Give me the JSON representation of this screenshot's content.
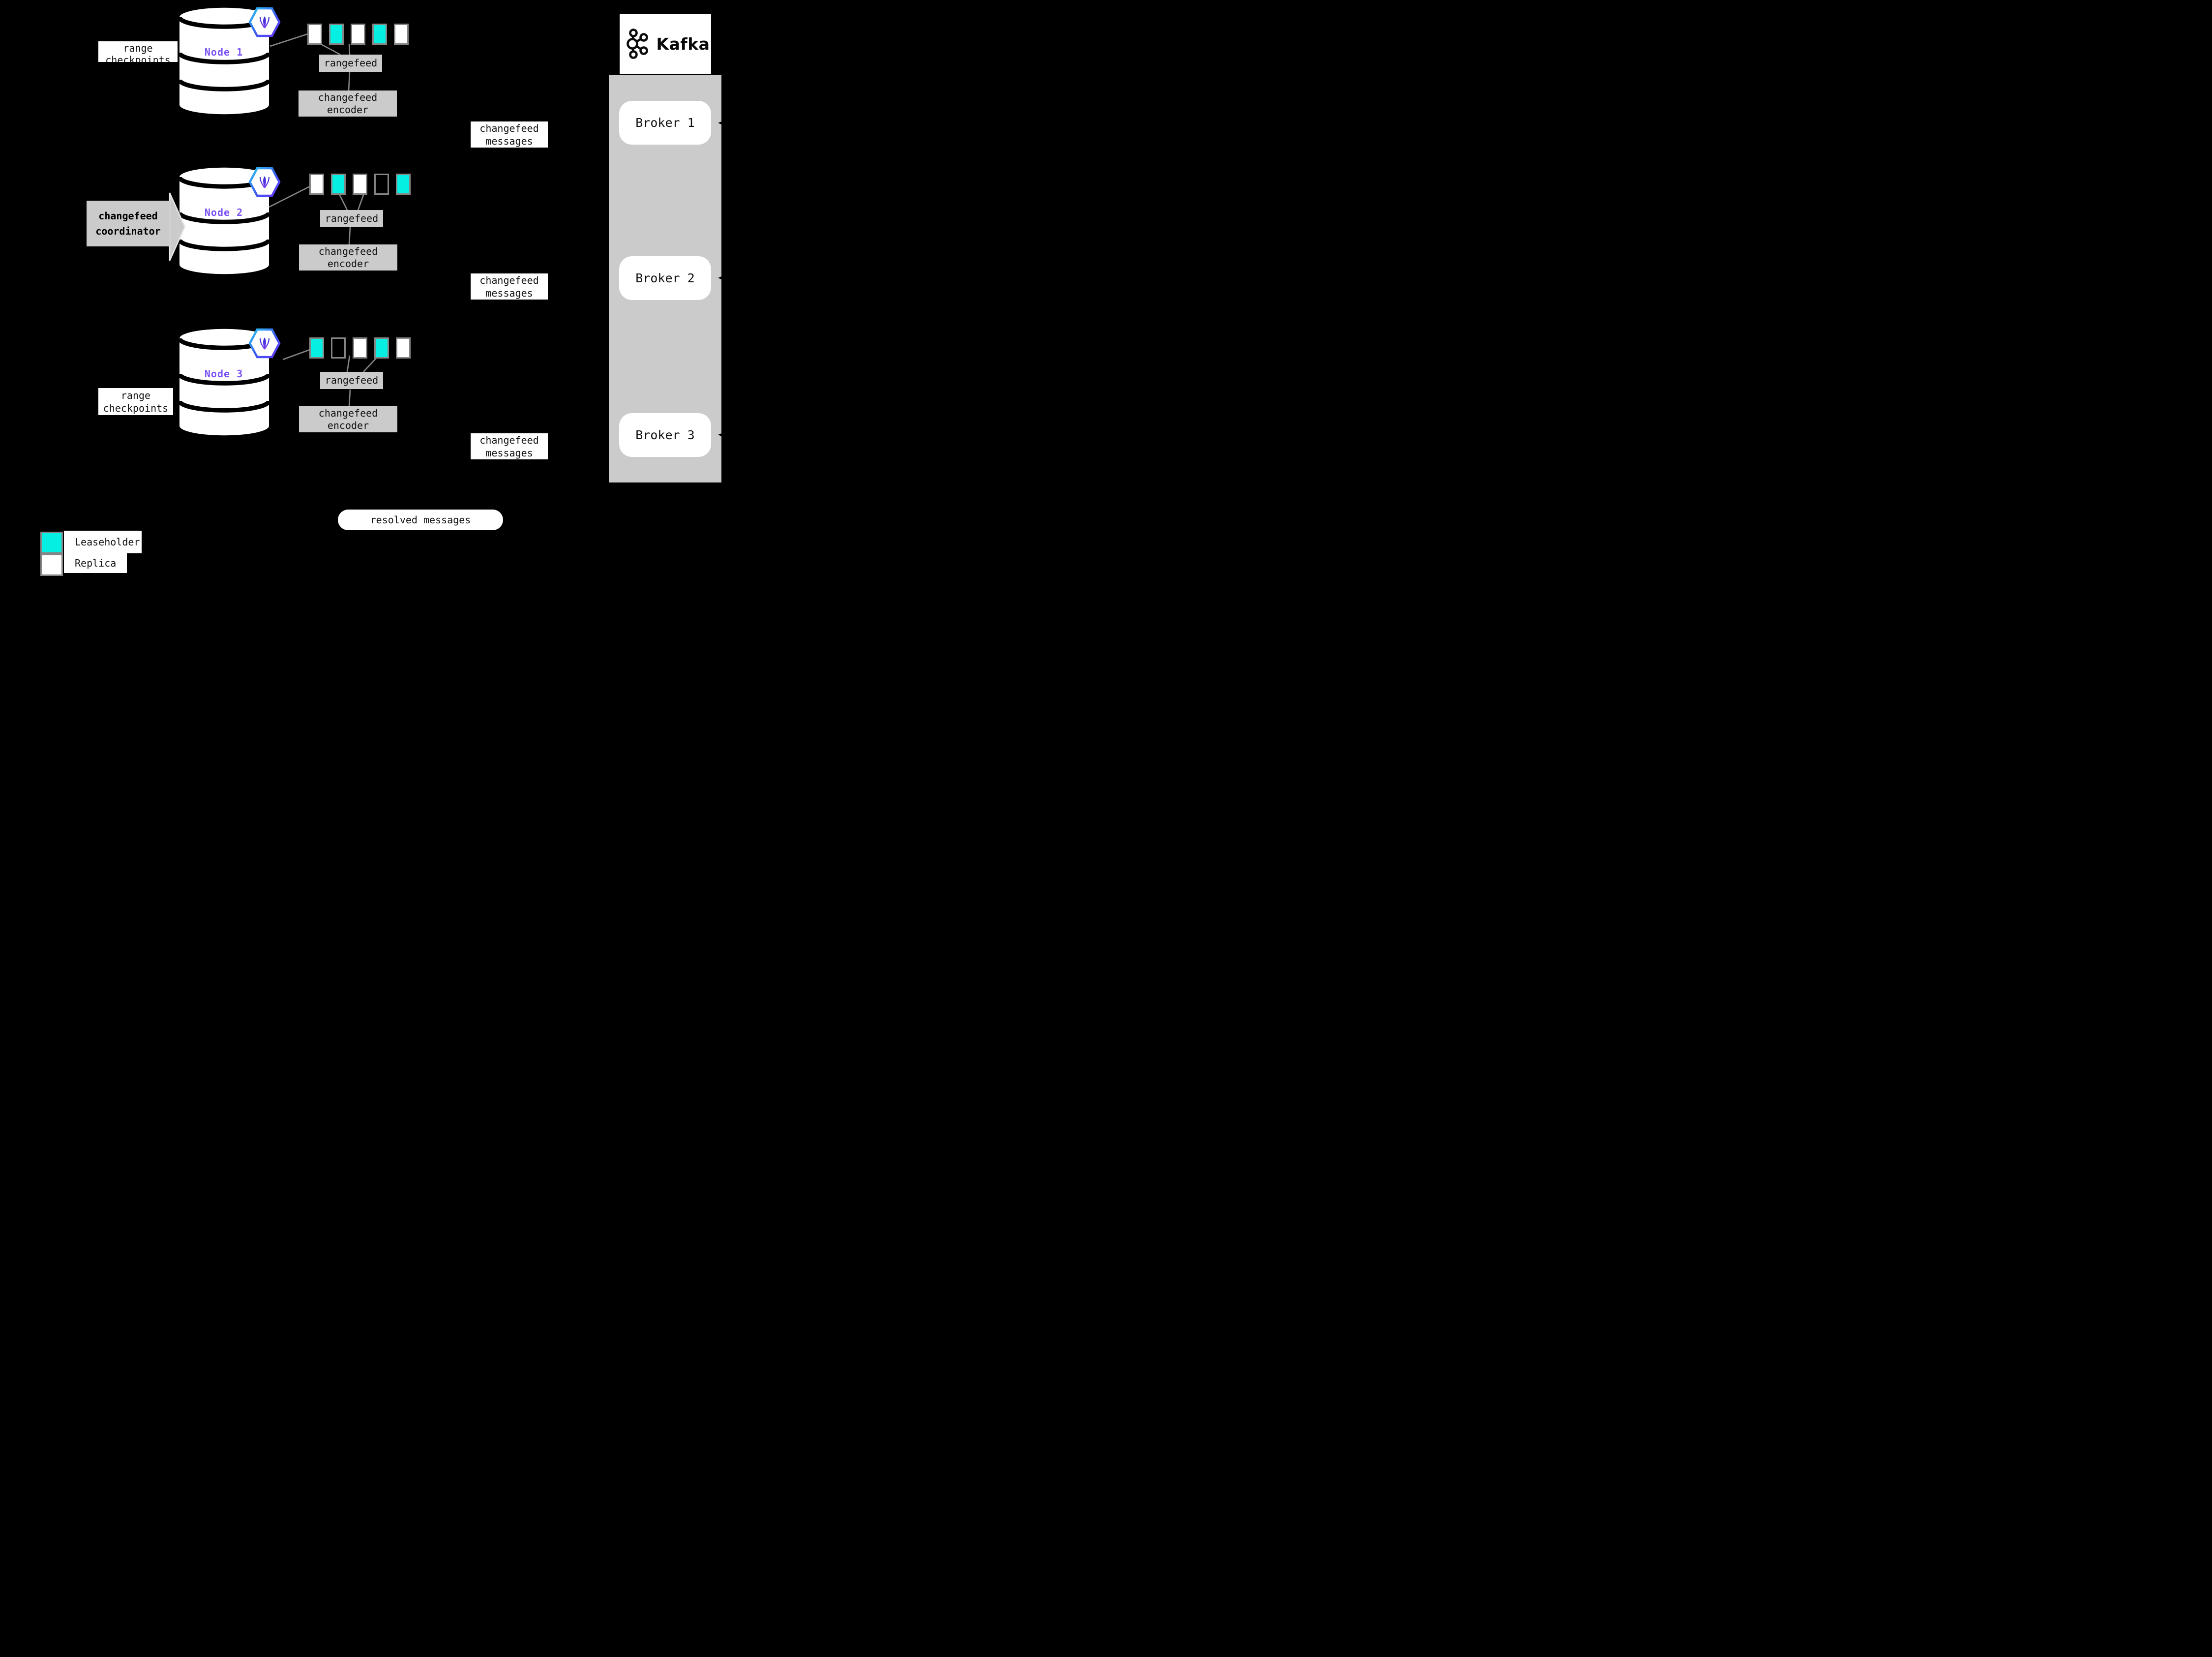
{
  "colors": {
    "background": "#000000",
    "leaseholder_teal": "#06EFE3",
    "replica_white": "#FFFFFF",
    "box_gray": "#CBCBCB",
    "line_gray": "#868686",
    "node_purple": "#7B52F5",
    "text_black": "#111111"
  },
  "nodes": [
    {
      "label": "Node 1",
      "squares": [
        "replica",
        "lease",
        "replica",
        "lease",
        "replica"
      ]
    },
    {
      "label": "Node 2",
      "squares": [
        "replica",
        "lease",
        "replica",
        "empty",
        "lease"
      ]
    },
    {
      "label": "Node 3",
      "squares": [
        "lease",
        "empty",
        "replica",
        "lease",
        "replica"
      ]
    }
  ],
  "annotations": {
    "range_checkpoints": {
      "line1": "range",
      "line2": "checkpoints"
    },
    "coordinator": {
      "line1": "changefeed",
      "line2": "coordinator"
    }
  },
  "flow": {
    "rangefeed": "rangefeed",
    "encoder": {
      "line1": "changefeed",
      "line2": "encoder"
    },
    "messages": {
      "line1": "changefeed",
      "line2": "messages"
    },
    "resolved": "resolved messages"
  },
  "kafka": {
    "title": "Kafka",
    "brokers": [
      "Broker 1",
      "Broker 2",
      "Broker 3"
    ]
  },
  "legend": {
    "leaseholder": "Leaseholder",
    "replica": "Replica"
  },
  "icons": {
    "node_badge": "cockroachdb-hexagon-icon",
    "kafka_mark": "kafka-logo-icon"
  }
}
